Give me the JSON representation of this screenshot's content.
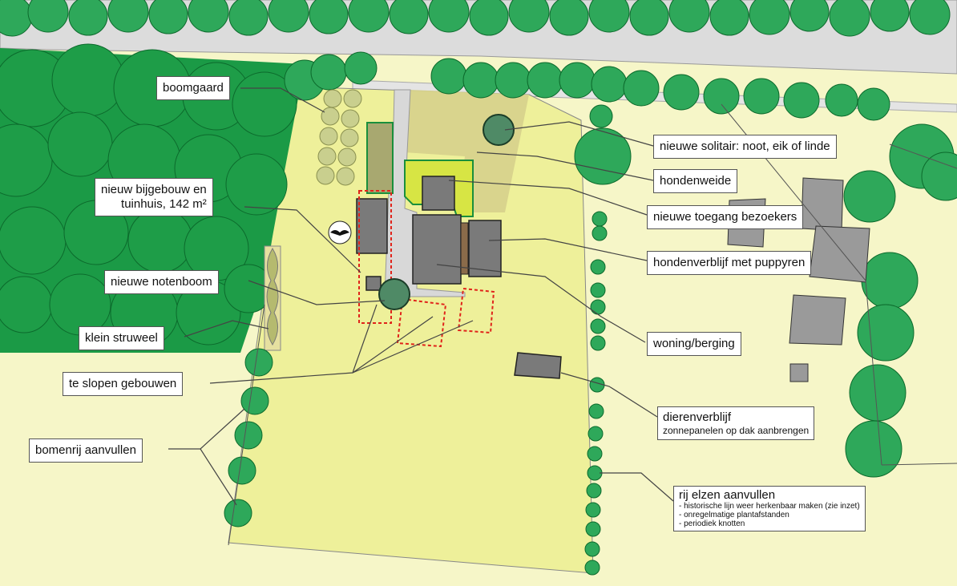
{
  "colors": {
    "background": "#f6f6c8",
    "parcel": "#eef09a",
    "forest": "#1b9a46",
    "tree_dark": "#0f7a36",
    "tree_light": "#2ea85a",
    "road": "#d6d6d6",
    "dog_meadow": "#d7d28c",
    "entrance": "#d7e544",
    "building": "#7a7a7a",
    "demolish_outline": "#e0241b",
    "orchard": "#c9cf8e"
  },
  "labels": {
    "boomgaard": "boomgaard",
    "bijgebouw_line1": "nieuw bijgebouw en",
    "bijgebouw_line2": "tuinhuis, 142 m²",
    "notenboom": "nieuwe notenboom",
    "struweel": "klein struweel",
    "slopen": "te slopen gebouwen",
    "bomenrij": "bomenrij aanvullen",
    "solitair": "nieuwe solitair: noot, eik of linde",
    "hondenweide": "hondenweide",
    "toegang": "nieuwe toegang bezoekers",
    "hondenverblijf": "hondenverblijf met puppyren",
    "woning": "woning/berging",
    "dierenverblijf": "dierenverblijf",
    "dierenverblijf_sub": "zonnepanelen op dak aanbrengen",
    "elzen_title": "rij elzen aanvullen",
    "elzen_items": [
      "- historische lijn weer herkenbaar maken (zie inzet)",
      "- onregelmatige plantafstanden",
      "- periodiek knotten"
    ]
  }
}
